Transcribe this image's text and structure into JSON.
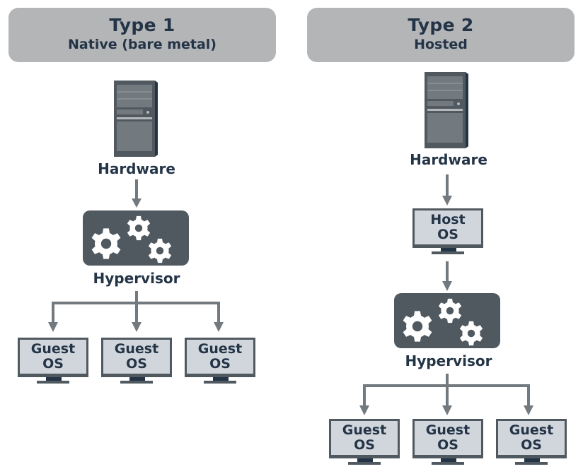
{
  "colors": {
    "header_bg": "#b4b5b7",
    "text": "#243447",
    "connector": "#737a7f",
    "hypervisor_bg": "#515960",
    "screen_bg": "#d1d6dc"
  },
  "type1": {
    "title": "Type 1",
    "subtitle": "Native (bare metal)",
    "hardware_label": "Hardware",
    "hypervisor_label": "Hypervisor",
    "guests": [
      {
        "line1": "Guest",
        "line2": "OS"
      },
      {
        "line1": "Guest",
        "line2": "OS"
      },
      {
        "line1": "Guest",
        "line2": "OS"
      }
    ]
  },
  "type2": {
    "title": "Type 2",
    "subtitle": "Hosted",
    "hardware_label": "Hardware",
    "host_os": {
      "line1": "Host",
      "line2": "OS"
    },
    "hypervisor_label": "Hypervisor",
    "guests": [
      {
        "line1": "Guest",
        "line2": "OS"
      },
      {
        "line1": "Guest",
        "line2": "OS"
      },
      {
        "line1": "Guest",
        "line2": "OS"
      }
    ]
  }
}
